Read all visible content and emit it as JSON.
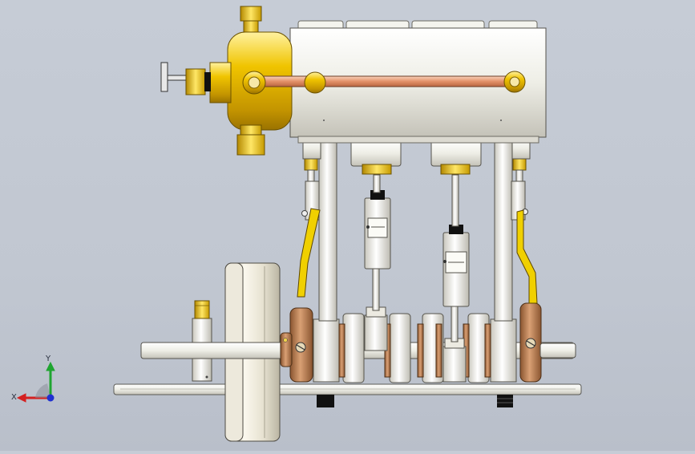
{
  "view": {
    "background": "#c3c9d3",
    "model_parts": [
      "steam-chest",
      "cylinder-block",
      "steam-pipe",
      "fittings",
      "piston-rods",
      "connecting-rods",
      "eccentric-rods",
      "crankshaft",
      "flywheel",
      "base-plate"
    ],
    "colors": {
      "brass": "#e0b400",
      "copper": "#d88a62",
      "bronze": "#b87b50",
      "steel": "#f2f2ec",
      "dark": "#1b1b1b"
    }
  },
  "triad": {
    "x_label": "X",
    "y_label": "Y",
    "x_color": "#d42020",
    "y_color": "#1fa530",
    "z_color": "#2030d0"
  }
}
